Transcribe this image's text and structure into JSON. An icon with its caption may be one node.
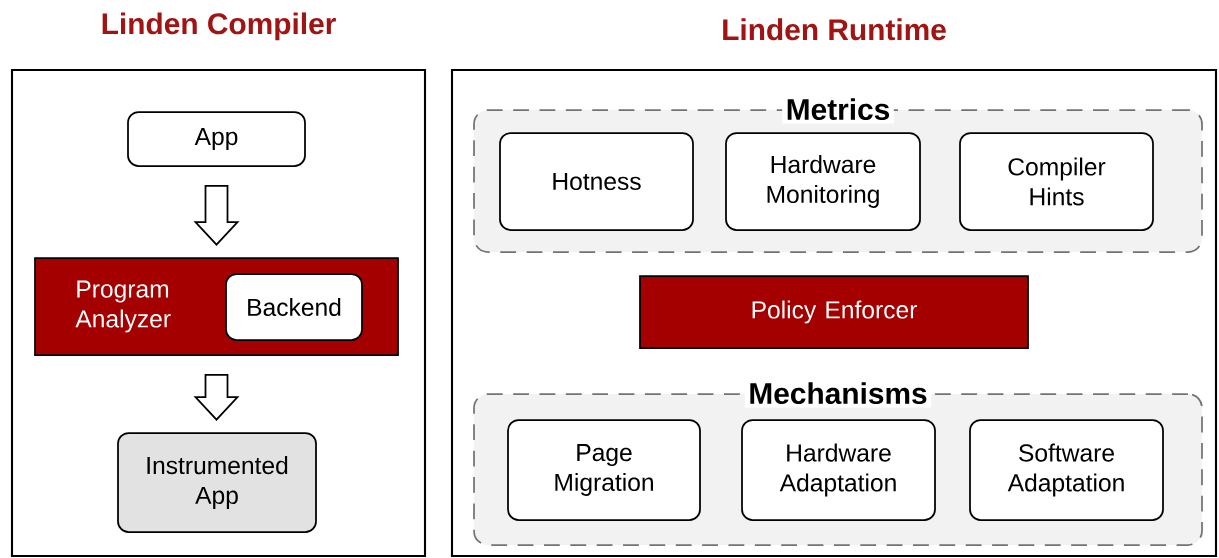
{
  "diagram": {
    "nodes": [
      {
        "text": [
          "Linden Compiler"
        ]
      },
      {
        "text": [
          "App"
        ],
        "in": 0
      },
      {
        "text": [
          "Program Analyzer"
        ],
        "in": 0
      },
      {
        "text": [
          "Backend"
        ],
        "in": 2
      },
      {
        "text": [
          "Instrumented App"
        ],
        "in": 0
      },
      {
        "text": [
          "Linden Runtime"
        ]
      },
      {
        "text": [
          "Metrics"
        ],
        "in": 5
      },
      {
        "text": [
          "Hotness"
        ],
        "in": 6
      },
      {
        "text": [
          "Hardware Monitoring"
        ],
        "in": 6
      },
      {
        "text": [
          "Compiler Hints"
        ],
        "in": 6
      },
      {
        "text": [
          "Policy Enforcer"
        ],
        "in": 5
      },
      {
        "text": [
          "Mechanisms"
        ],
        "in": 5
      },
      {
        "text": [
          "Page Migration"
        ],
        "in": 11
      },
      {
        "text": [
          "Hardware Adaptation"
        ],
        "in": 11
      },
      {
        "text": [
          "Software Adaptation"
        ],
        "in": 11
      }
    ],
    "edges": [
      {
        "from": 1,
        "to": 2,
        "arrow": "to"
      },
      {
        "from": 2,
        "to": 4,
        "arrow": "to"
      }
    ]
  }
}
